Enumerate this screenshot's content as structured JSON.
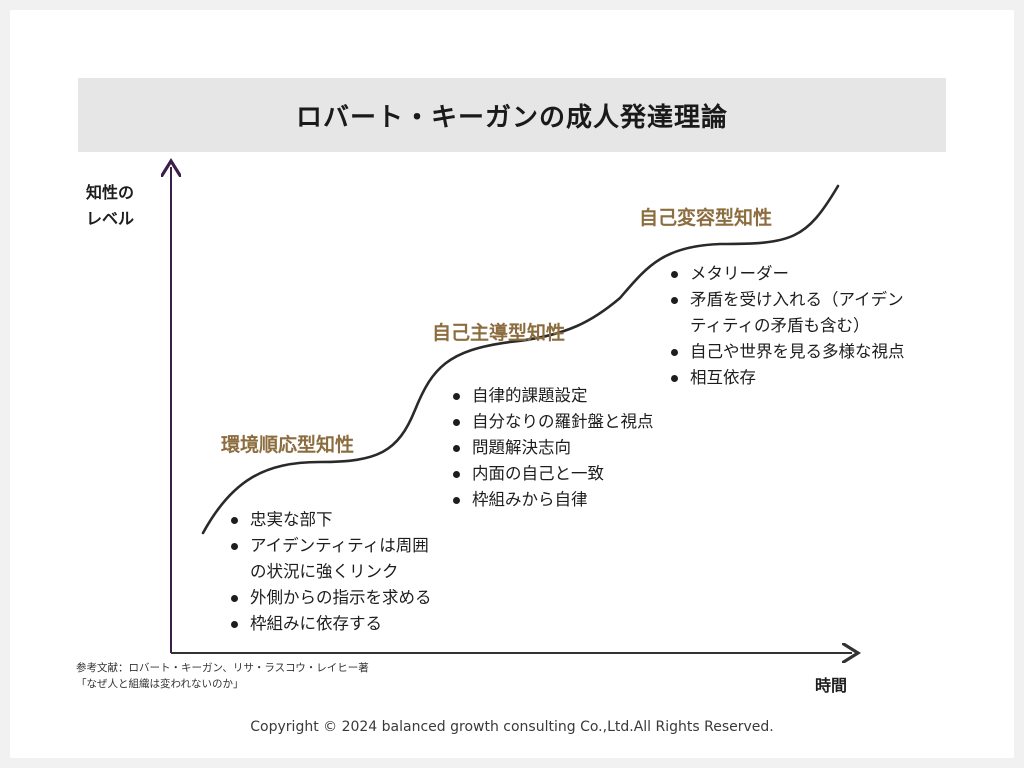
{
  "title": "ロバート・キーガンの成人発達理論",
  "axes": {
    "y_label_lines": [
      "知性の",
      "レベル"
    ],
    "x_label": "時間"
  },
  "stages": [
    {
      "name": "環境順応型知性",
      "items": [
        "忠実な部下",
        "アイデンティティは周囲",
        "の状況に強くリンク",
        "外側からの指示を求める",
        "枠組みに依存する"
      ],
      "bulleted": [
        true,
        true,
        false,
        true,
        true
      ]
    },
    {
      "name": "自己主導型知性",
      "items": [
        "自律的課題設定",
        "自分なりの羅針盤と視点",
        "問題解決志向",
        "内面の自己と一致",
        "枠組みから自律"
      ],
      "bulleted": [
        true,
        true,
        true,
        true,
        true
      ]
    },
    {
      "name": "自己変容型知性",
      "items": [
        "メタリーダー",
        "矛盾を受け入れる（アイデン",
        "ティティの矛盾も含む）",
        "自己や世界を見る多様な視点",
        "相互依存"
      ],
      "bulleted": [
        true,
        true,
        false,
        true,
        true
      ]
    }
  ],
  "reference": {
    "line1": "参考文献：ロバート・キーガン、リサ・ラスコウ・レイヒー著",
    "line2": "「なぜ人と組織は変われないのか」"
  },
  "copyright": "Copyright © 2024 balanced growth consulting Co.,Ltd.All Rights Reserved.",
  "colors": {
    "stage_title": "#8c6d3f",
    "y_axis": "#3b1f4a",
    "x_axis": "#333333",
    "curve": "#2a2a2a",
    "title_bar": "#e6e6e6"
  }
}
